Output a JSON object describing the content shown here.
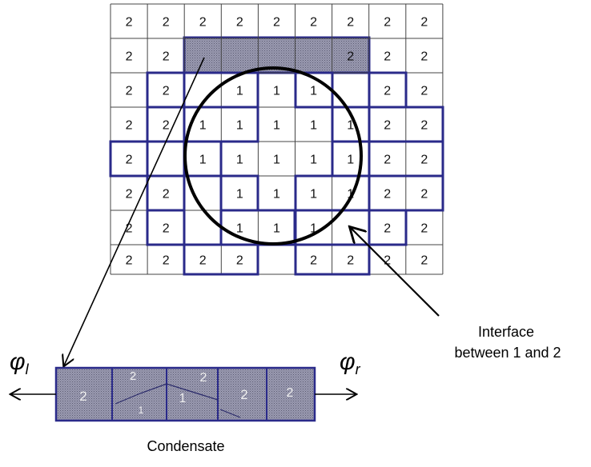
{
  "grid": {
    "rows": [
      [
        "2",
        "2",
        "2",
        "2",
        "2",
        "2",
        "2",
        "2",
        "2"
      ],
      [
        "2",
        "2",
        "",
        "",
        "",
        "",
        "2",
        "2",
        "2"
      ],
      [
        "2",
        "2",
        "",
        "1",
        "1",
        "1",
        "",
        "2",
        "2"
      ],
      [
        "2",
        "2",
        "1",
        "1",
        "1",
        "1",
        "1",
        "2",
        "2"
      ],
      [
        "2",
        "",
        "1",
        "1",
        "1",
        "1",
        "1",
        "2",
        "2"
      ],
      [
        "2",
        "2",
        "",
        "1",
        "1",
        "1",
        "1",
        "2",
        "2"
      ],
      [
        "2",
        "2",
        "",
        "1",
        "1",
        "1",
        "",
        "2",
        "2"
      ],
      [
        "2",
        "2",
        "2",
        "2",
        "",
        "2",
        "2",
        "2",
        "2"
      ]
    ]
  },
  "labels": {
    "interface_line1": "Interface",
    "interface_line2": "between 1 and 2",
    "condensate": "Condensate",
    "phi_left_symbol": "φ",
    "phi_left_sub": "l",
    "phi_right_symbol": "φ",
    "phi_right_sub": "r"
  },
  "condensate_cells": [
    {
      "top": "",
      "bottom": "2"
    },
    {
      "top": "2",
      "bottom": "1"
    },
    {
      "top": "2",
      "bottom": "1"
    },
    {
      "top": "",
      "bottom": "2"
    },
    {
      "top": "",
      "bottom": "2"
    }
  ],
  "colors": {
    "shaded_fill": "#8e8ea6",
    "boundary_stroke": "#2a2a8a",
    "grid_line": "#444444"
  }
}
